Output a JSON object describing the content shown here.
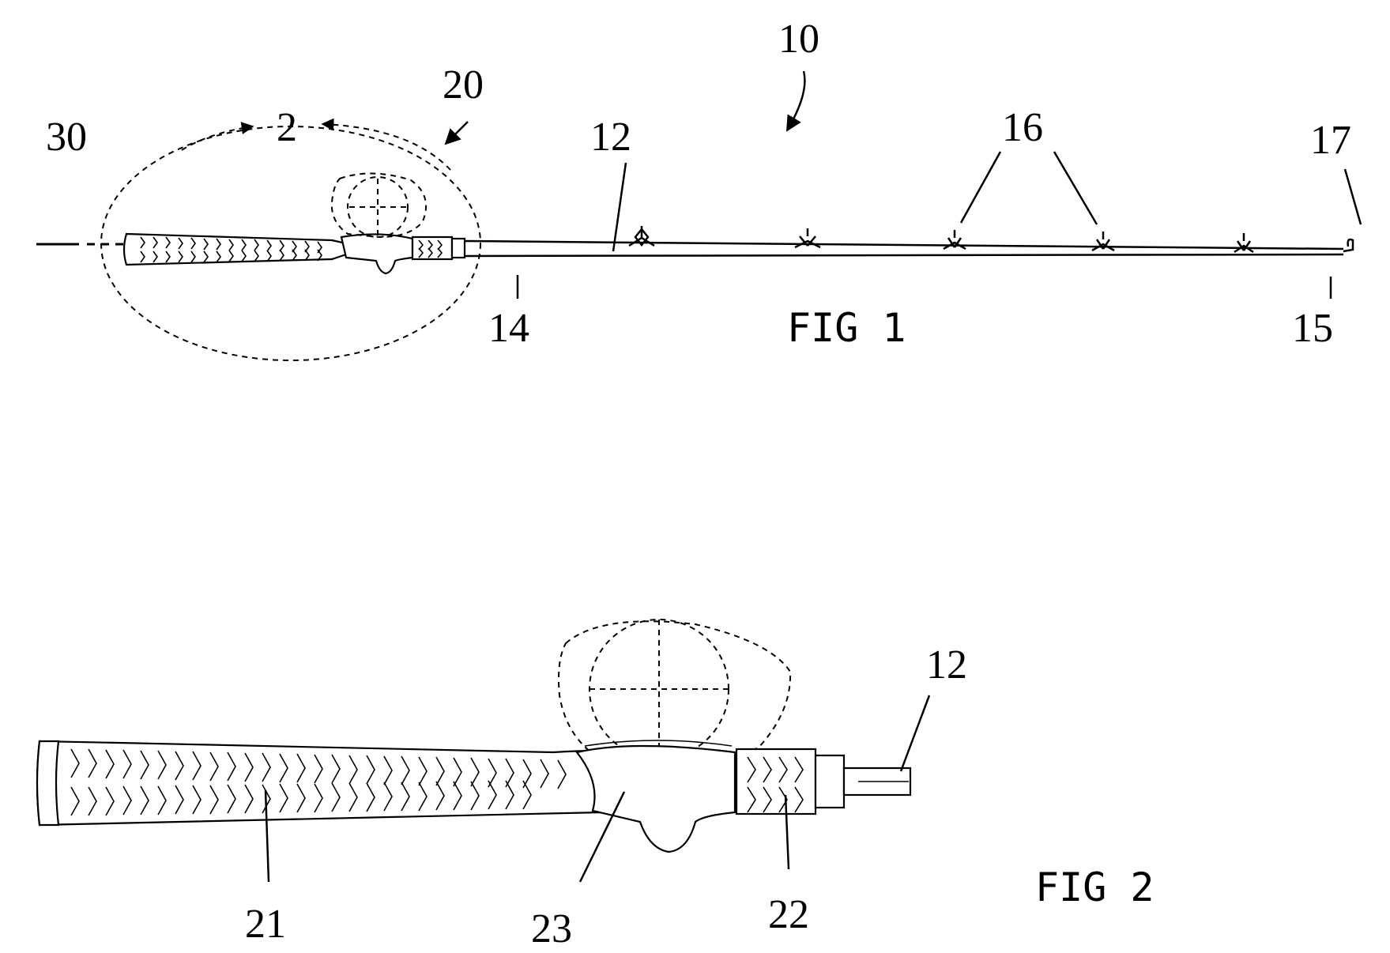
{
  "figure_labels": [
    "FIG 1",
    "FIG 2"
  ],
  "fig1_refs": {
    "r10": "10",
    "r20": "20",
    "r2": "2",
    "r30": "30",
    "r12": "12",
    "r16": "16",
    "r17": "17",
    "r14": "14",
    "r15": "15"
  },
  "fig2_refs": {
    "r12": "12",
    "r21": "21",
    "r23": "23",
    "r22": "22"
  }
}
